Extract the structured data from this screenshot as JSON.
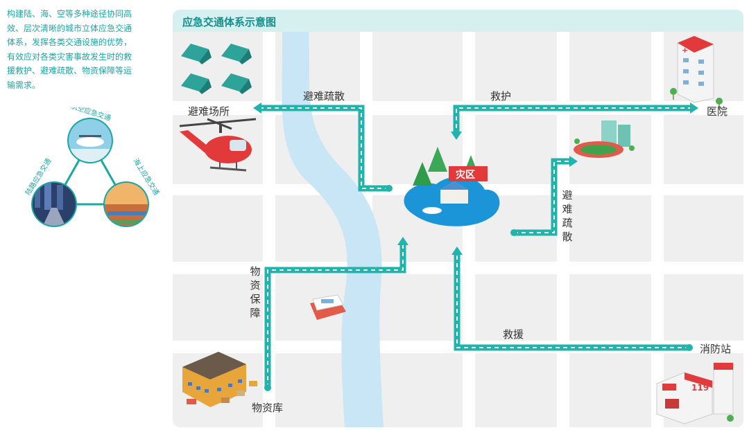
{
  "intro": "构建陆、海、空等多种途径协同高\n效、层次清晰的城市立体应急交通\n体系，发挥各类交通设施的优势，\n有效应对各类灾害事故发生时的救\n援救护、避难疏散、物资保障等运\n输需求。",
  "triad": {
    "air": "航空应急交通",
    "land": "陆路应急交通",
    "sea": "海上应急交通"
  },
  "map": {
    "title": "应急交通体系示意图",
    "disaster_zone": "灾区",
    "locations": {
      "shelter": "避难场所",
      "hospital": "医院",
      "supplies": "物资库",
      "fire_station": "消防站"
    },
    "routes": {
      "evacuate_left": "避难疏散",
      "rescue_care": "救护",
      "evacuate_right": "避难疏散",
      "supply": "物资保障",
      "rescue": "救援"
    }
  },
  "colors": {
    "accent": "#19a7a4",
    "route": "#1fb5ad",
    "block": "#efefef",
    "river": "#c9e6f6",
    "header": "#d6f0ef",
    "disaster_sign": "#e23a3a"
  },
  "icons": [
    "tent-icon",
    "helicopter-icon",
    "hospital-icon",
    "school-icon",
    "ship-icon",
    "warehouse-icon",
    "fire-station-icon",
    "disaster-island-icon"
  ]
}
